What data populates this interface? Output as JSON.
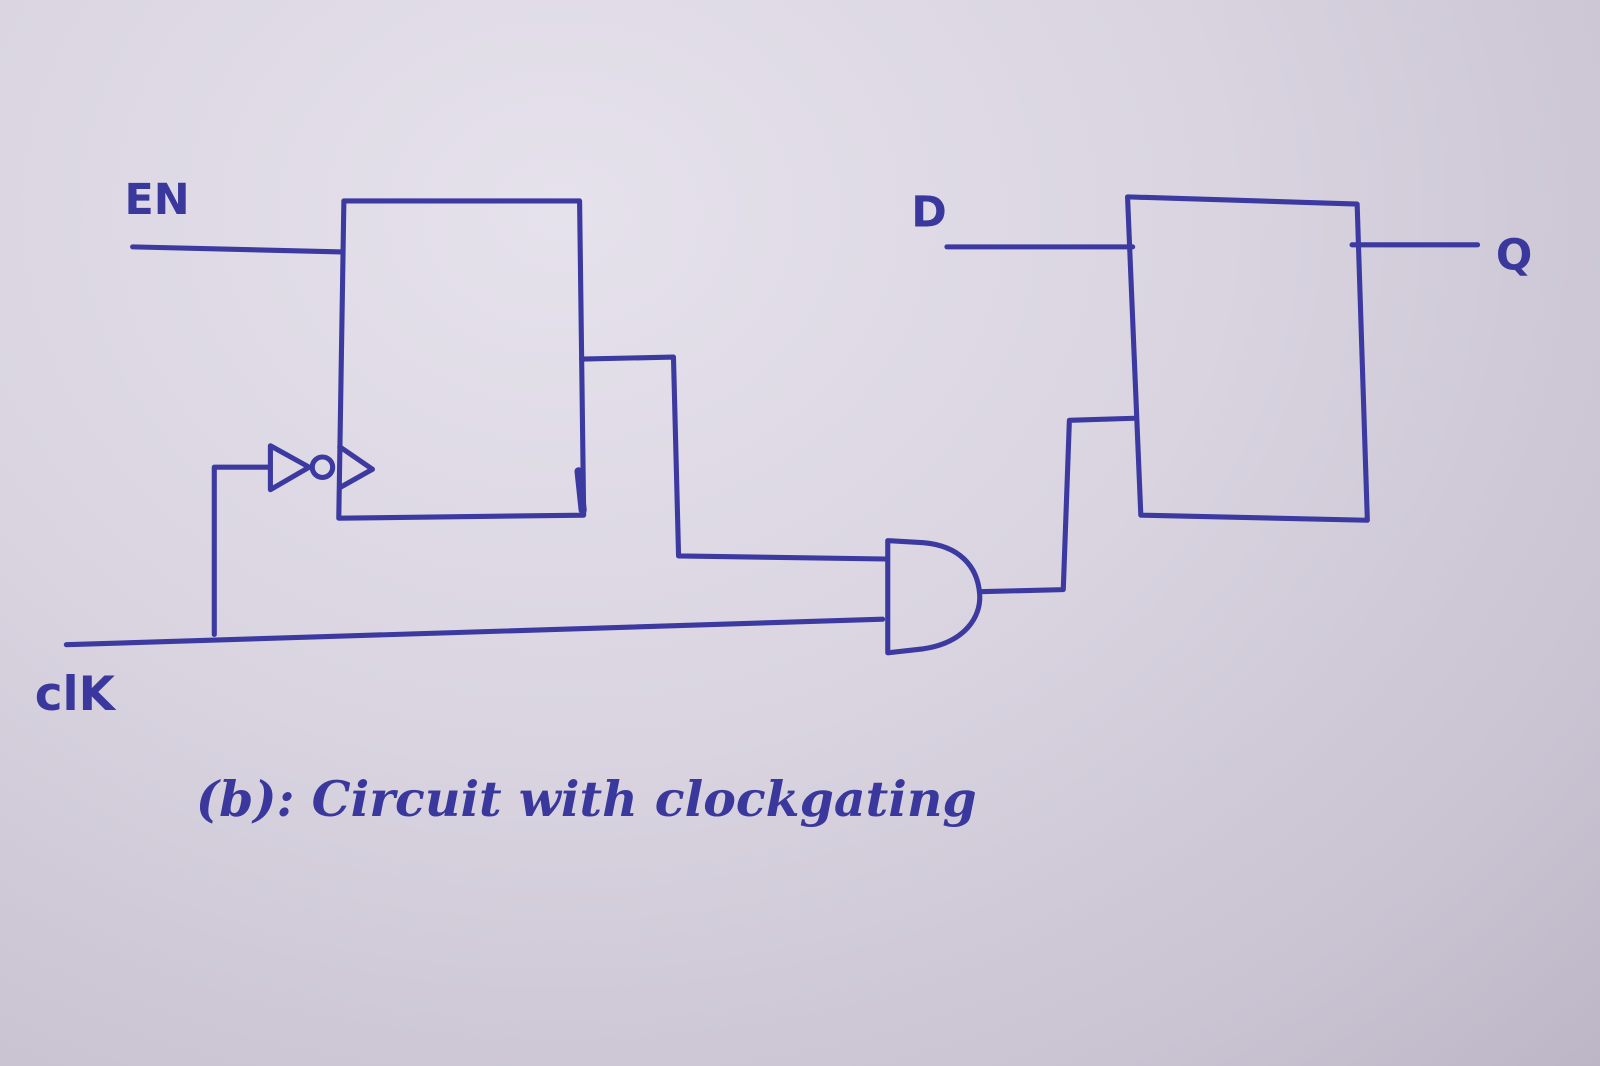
{
  "diagram": {
    "title": "Circuit with clock gating",
    "labels": {
      "enable": "EN",
      "data_in": "D",
      "output": "Q",
      "clock": "clK"
    },
    "caption": "(b): Circuit with clockgating",
    "ink_color": "#3c3aa0",
    "paper_color": "#d9d4e0"
  }
}
